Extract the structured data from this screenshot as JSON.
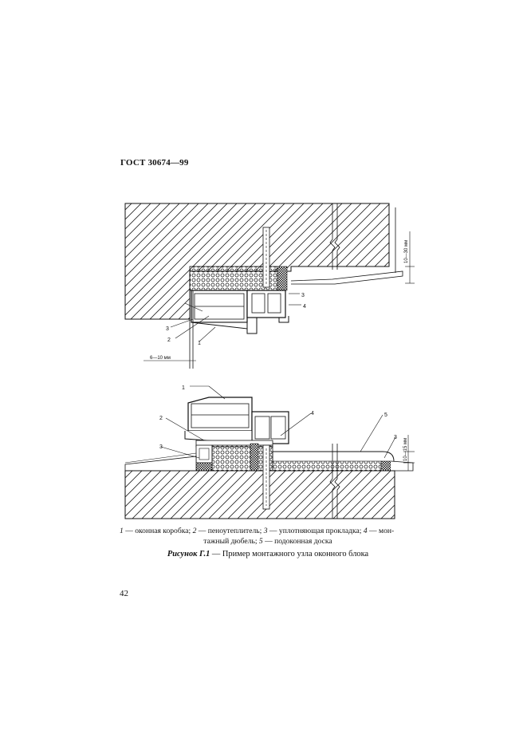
{
  "header": {
    "standard": "ГОСТ 30674—99"
  },
  "drawing": {
    "top_callouts": [
      "1",
      "2",
      "3",
      "3",
      "4"
    ],
    "bottom_callouts": [
      "1",
      "2",
      "3",
      "4",
      "5",
      "3"
    ],
    "dim_top_gap": "10—30 мм",
    "dim_side_gap": "6—10 мм",
    "dim_bottom_gap": "10—15 мм"
  },
  "legend": {
    "item1_num": "1",
    "item1_text": " — оконная коробка; ",
    "item2_num": "2",
    "item2_text": " — пеноутеплитель; ",
    "item3_num": "3",
    "item3_text": " — уплотняющая прокладка; ",
    "item4_num": "4",
    "item4_text_a": " — мон-",
    "item4_text_b": "тажный дюбель; ",
    "item5_num": "5",
    "item5_text": " — подоконная доска"
  },
  "caption": {
    "label": "Рисунок Г.1",
    "text": " — Пример монтажного узла оконного блока"
  },
  "footer": {
    "page_number": "42"
  }
}
